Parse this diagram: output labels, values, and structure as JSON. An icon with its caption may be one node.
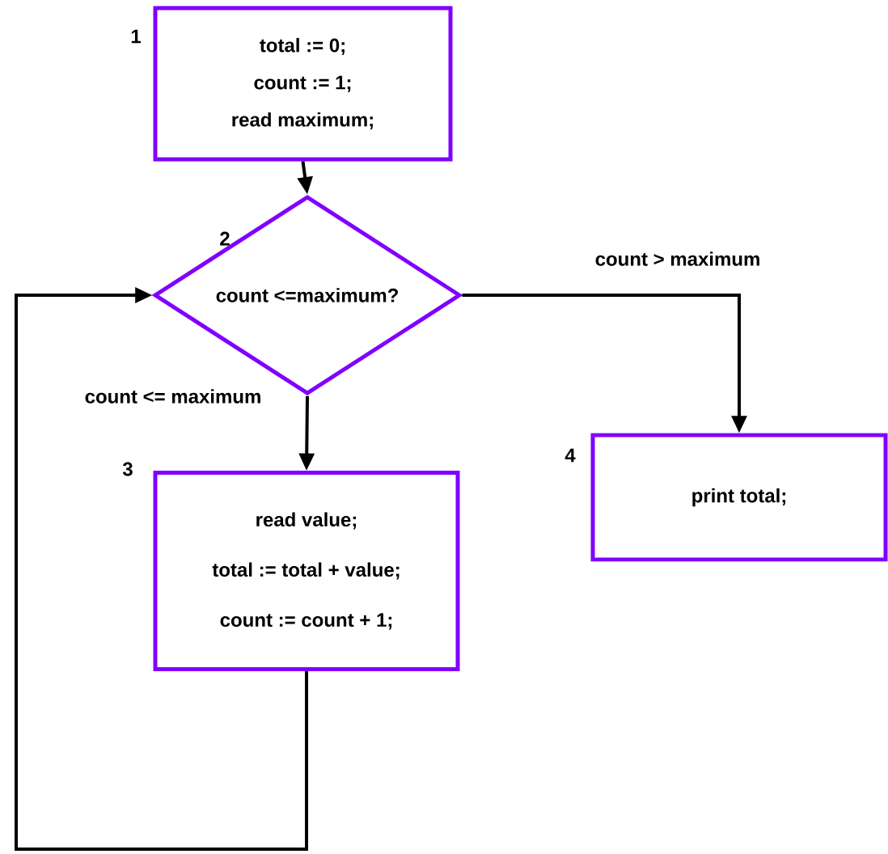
{
  "diagram": {
    "nodes": [
      {
        "text": [
          "total := 0;",
          "count := 1;",
          "read maximum;"
        ],
        "beside": [
          "1"
        ]
      },
      {
        "text": [
          "count <=maximum?"
        ],
        "beside": [
          "2"
        ]
      },
      {
        "text": [
          "read value;",
          "total := total + value;",
          "count := count + 1;"
        ],
        "beside": [
          "3"
        ]
      },
      {
        "text": [
          "print total;"
        ],
        "beside": [
          "4"
        ]
      }
    ],
    "edges": [
      {
        "from": 0,
        "to": 1,
        "arrow": "to"
      },
      {
        "from": 1,
        "to": 3,
        "arrow": "to",
        "label": "count  > maximum"
      },
      {
        "from": 1,
        "to": 2,
        "arrow": "to",
        "label": "count <= maximum"
      },
      {
        "from": 2,
        "to": 1,
        "arrow": "to"
      }
    ]
  }
}
